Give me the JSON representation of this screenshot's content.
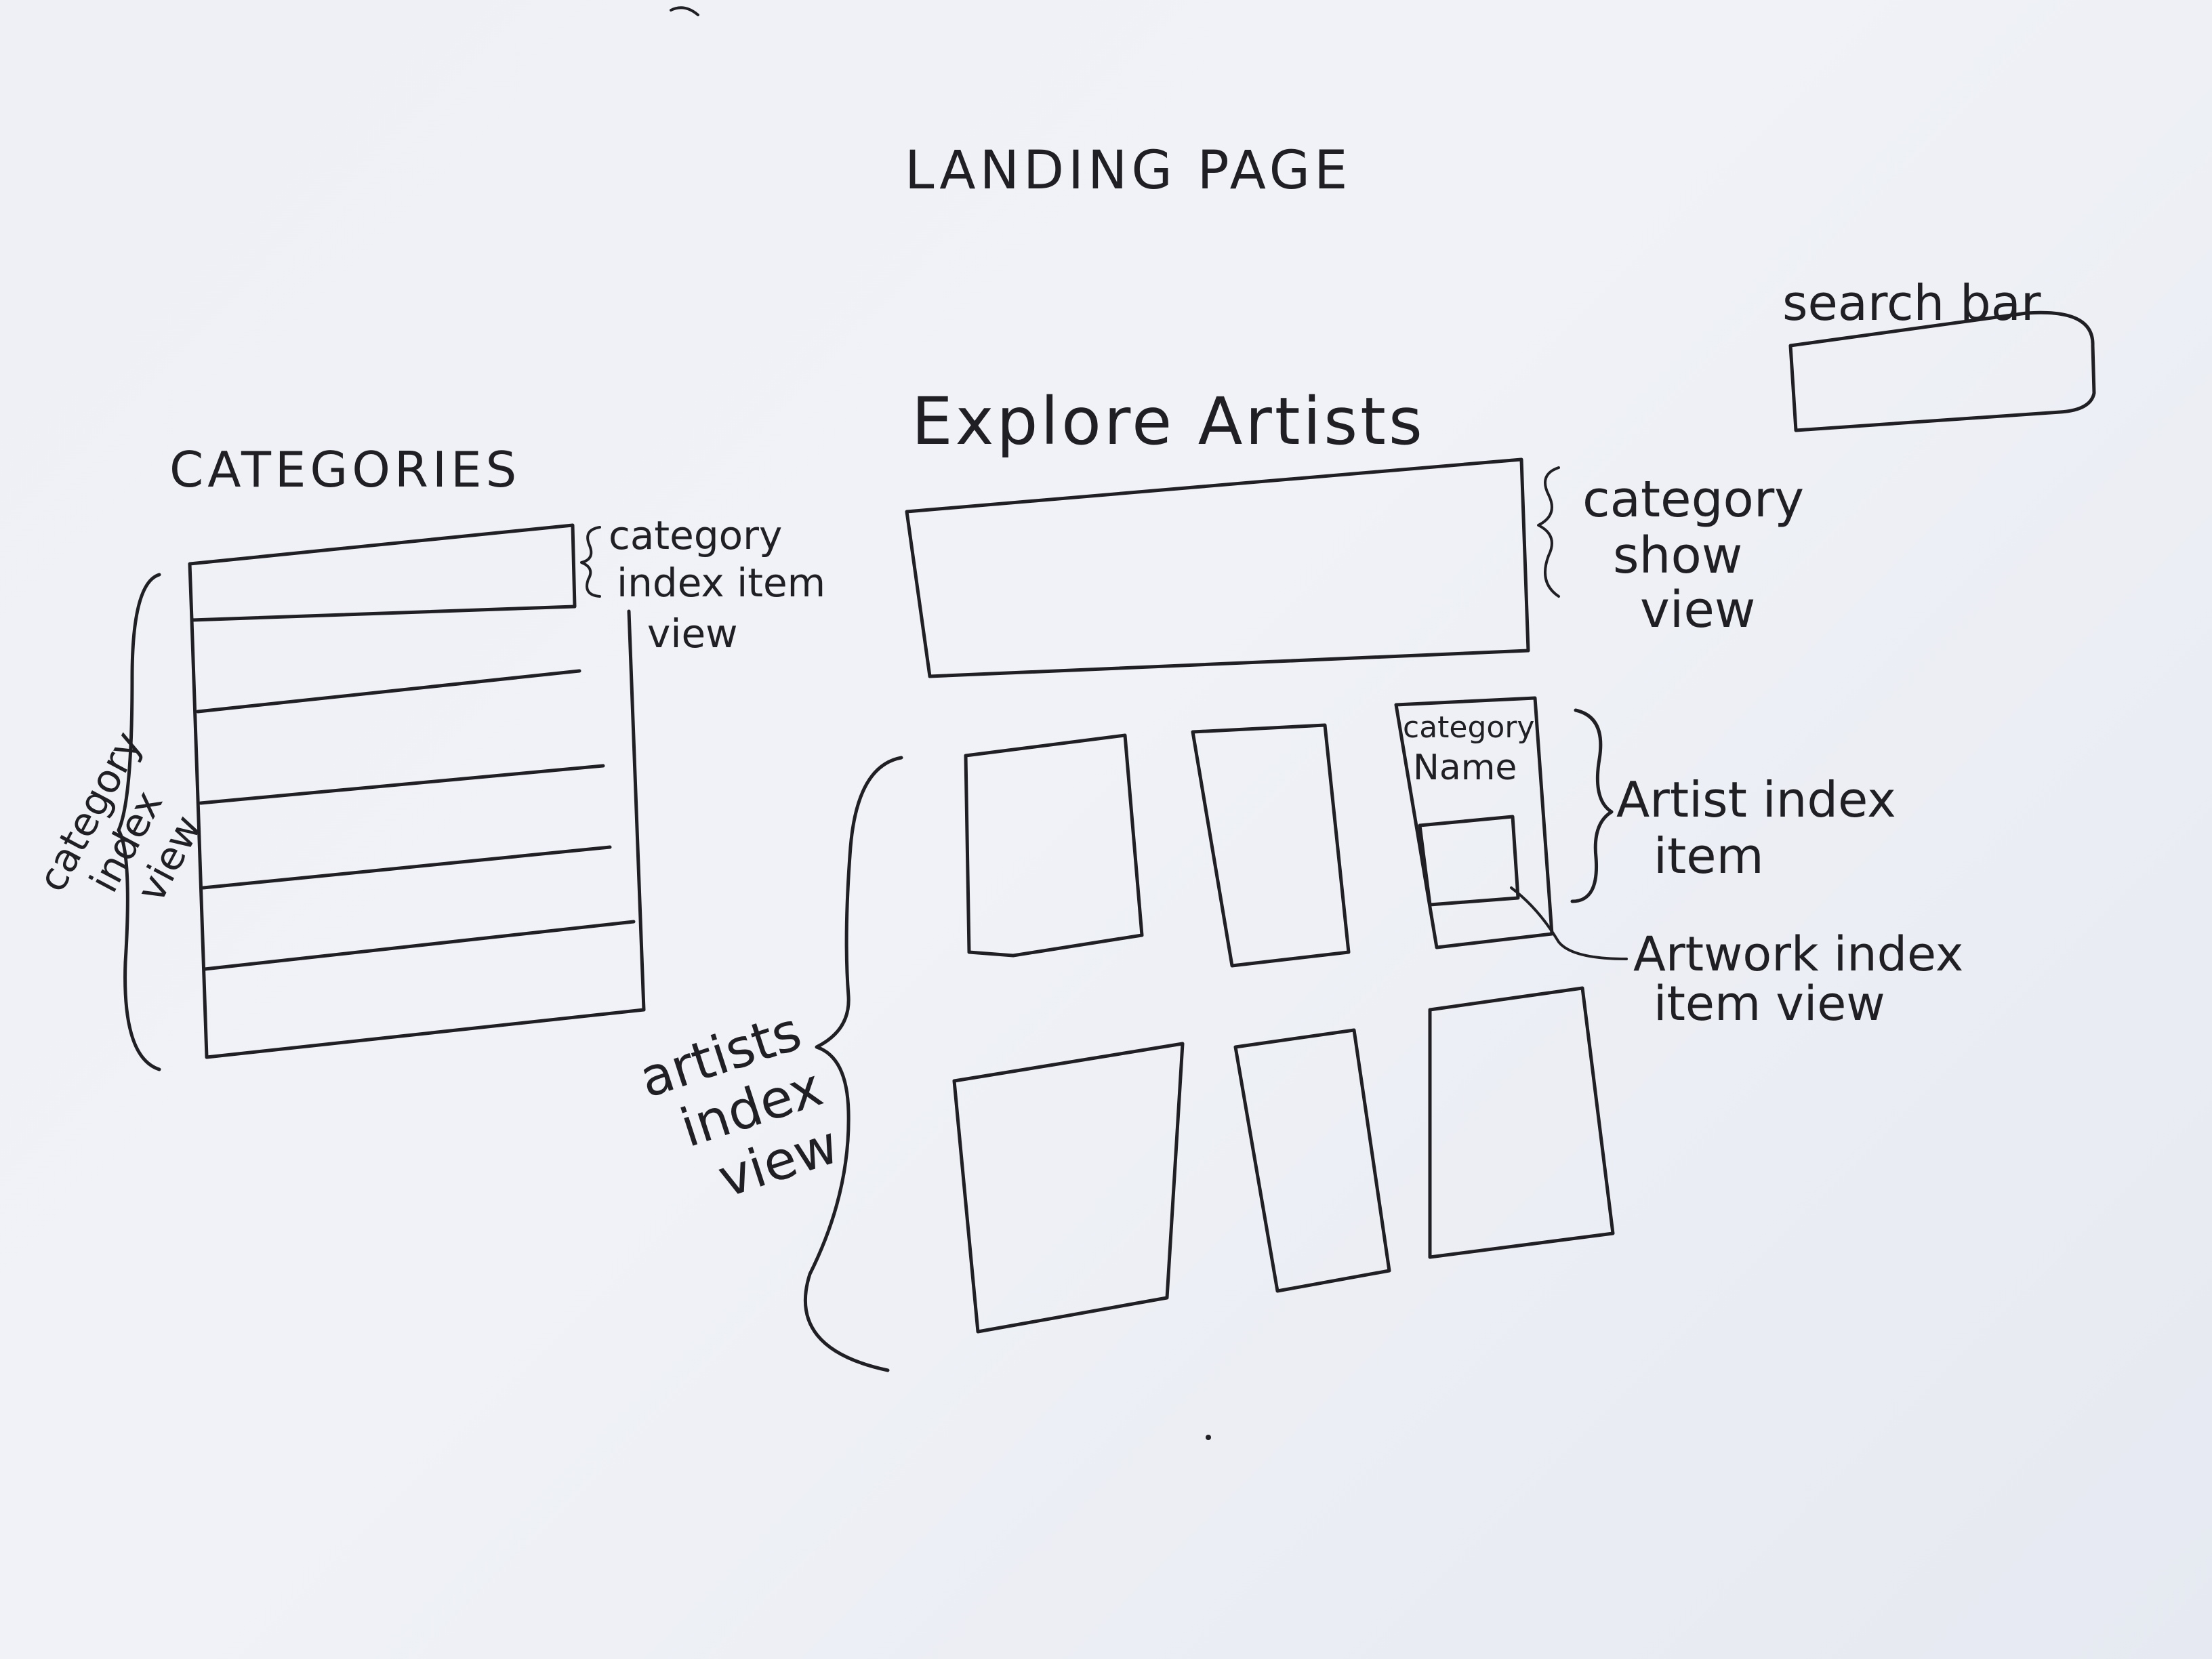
{
  "page_title": "LANDING PAGE",
  "search_label": "search bar",
  "categories_heading": "CATEGORIES",
  "category_index_item_label": [
    "category",
    "index item",
    "view"
  ],
  "category_index_label": [
    "category",
    "index",
    "view"
  ],
  "explore_heading": "Explore Artists",
  "category_show_label": [
    "category",
    "show",
    "view"
  ],
  "card_category_name": [
    "category",
    "Name"
  ],
  "artist_index_item_label": [
    "Artist index",
    "item"
  ],
  "artwork_index_item_label": [
    "Artwork index",
    "item view"
  ],
  "artists_index_label": [
    "artists",
    "index",
    "view"
  ],
  "colors": {
    "paper": "#eef0f6",
    "ink": "#1f1f24"
  }
}
